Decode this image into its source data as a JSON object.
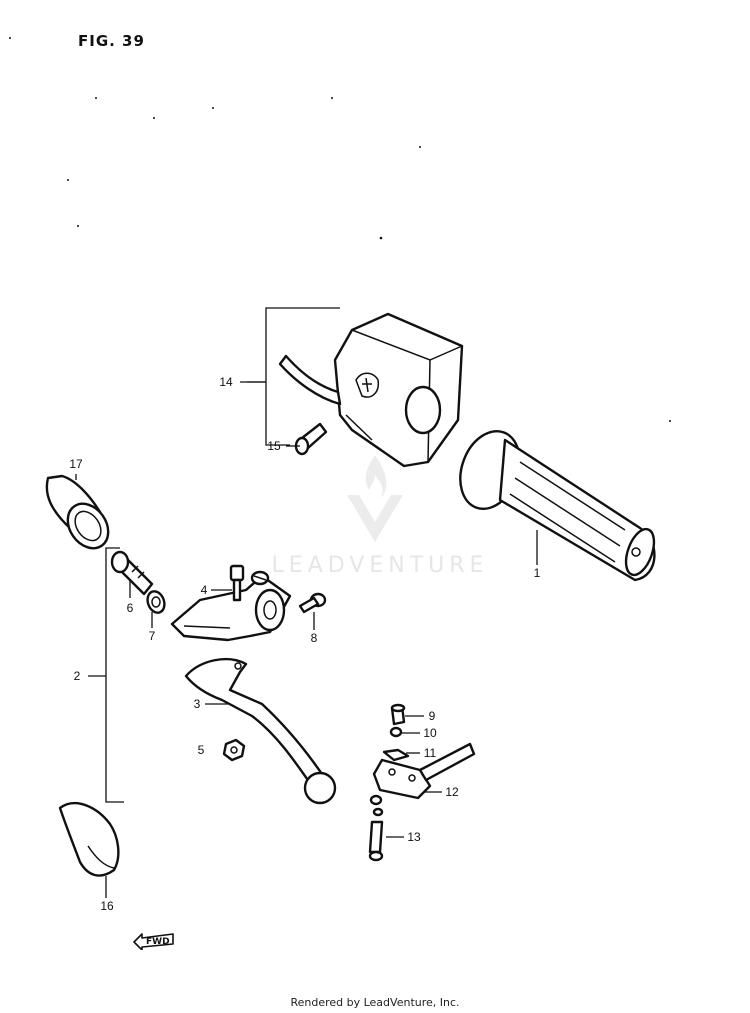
{
  "figure": {
    "title": "FIG. 39"
  },
  "watermark": {
    "brand": "LEADVENTURE"
  },
  "callouts": [
    {
      "num": "1"
    },
    {
      "num": "2"
    },
    {
      "num": "3"
    },
    {
      "num": "4"
    },
    {
      "num": "5"
    },
    {
      "num": "6"
    },
    {
      "num": "7"
    },
    {
      "num": "8"
    },
    {
      "num": "9"
    },
    {
      "num": "10"
    },
    {
      "num": "11"
    },
    {
      "num": "12"
    },
    {
      "num": "13"
    },
    {
      "num": "14"
    },
    {
      "num": "15"
    },
    {
      "num": "16"
    },
    {
      "num": "17"
    }
  ],
  "forward_marker": {
    "label": "FWD"
  },
  "footer": {
    "text": "Rendered by LeadVenture, Inc."
  }
}
